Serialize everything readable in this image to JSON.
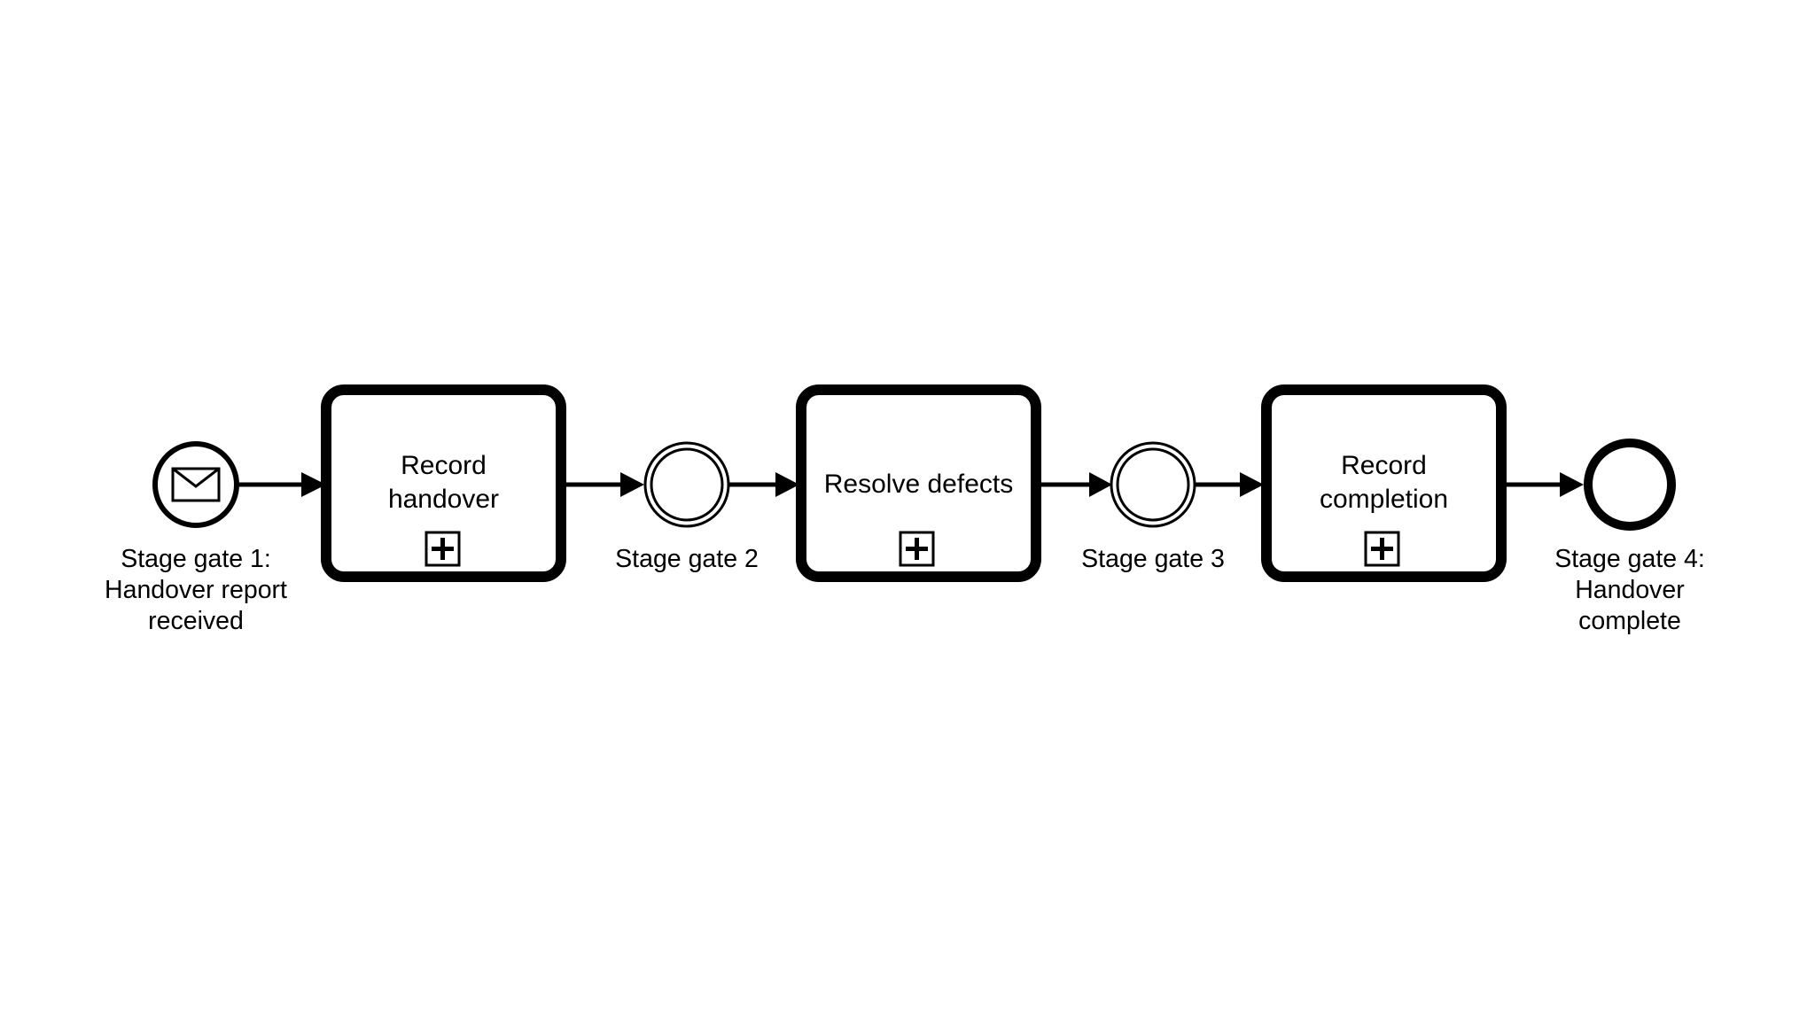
{
  "diagram": {
    "start_event": {
      "label_lines": [
        "Stage gate 1:",
        "Handover report",
        "received"
      ],
      "icon": "envelope-icon"
    },
    "tasks": [
      {
        "label_lines": [
          "Record",
          "handover"
        ],
        "marker": "plus-icon"
      },
      {
        "label_lines": [
          "Resolve defects"
        ],
        "marker": "plus-icon"
      },
      {
        "label_lines": [
          "Record",
          "completion"
        ],
        "marker": "plus-icon"
      }
    ],
    "intermediate_events": [
      {
        "label": "Stage gate 2"
      },
      {
        "label": "Stage gate 3"
      }
    ],
    "end_event": {
      "label_lines": [
        "Stage gate 4:",
        "Handover",
        "complete"
      ]
    },
    "colors": {
      "stroke": "#000000",
      "background": "#ffffff"
    }
  }
}
